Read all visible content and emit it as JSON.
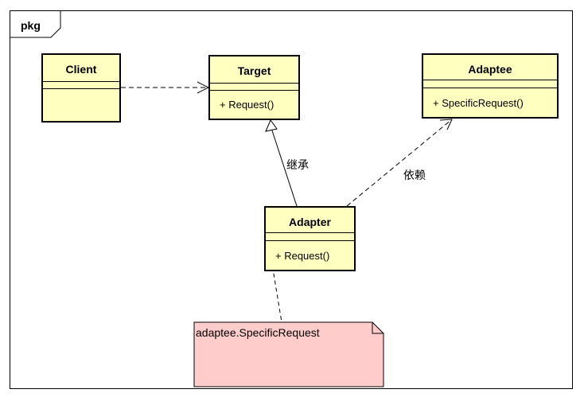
{
  "package": {
    "label": "pkg"
  },
  "classes": {
    "client": {
      "name": "Client",
      "operation": ""
    },
    "target": {
      "name": "Target",
      "operation": "+ Request()"
    },
    "adaptee": {
      "name": "Adaptee",
      "operation": "+ SpecificRequest()"
    },
    "adapter": {
      "name": "Adapter",
      "operation": "+ Request()"
    }
  },
  "relations": {
    "inheritance_label": "继承",
    "dependency_label": "依赖"
  },
  "note": {
    "text": "adaptee.SpecificRequest"
  },
  "colors": {
    "class_fill": "#ffffc0",
    "note_fill": "#ffcccc"
  }
}
